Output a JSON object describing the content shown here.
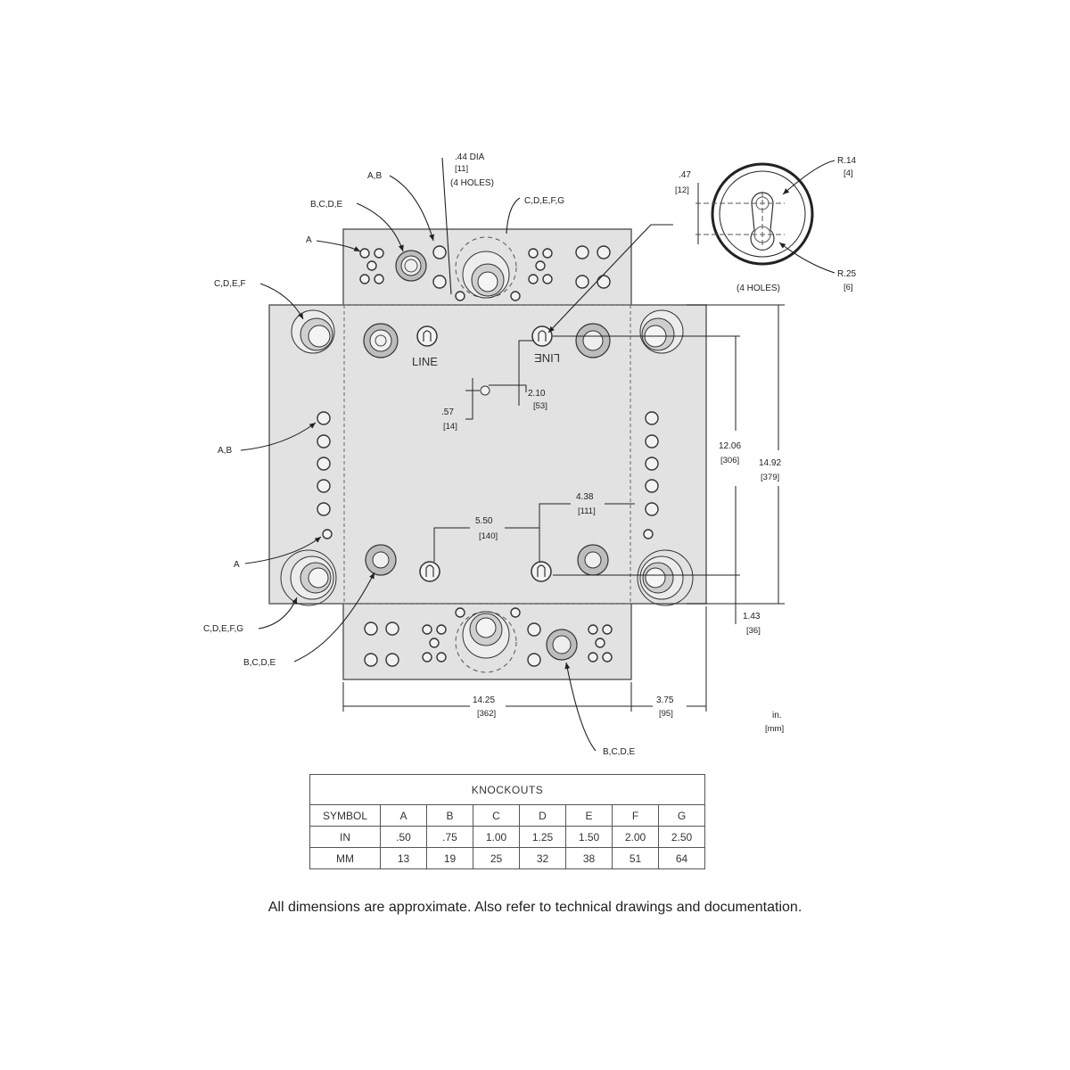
{
  "callouts": {
    "top_ab": "A,B",
    "top_bcde": "B,C,D,E",
    "top_a": "A",
    "top_cdefg": "C,D,E,F,G",
    "left_cdef": "C,D,E,F",
    "left_ab": "A,B",
    "left_a": "A",
    "left_cdefg": "C,D,E,F,G",
    "bottom_bcde_left": "B,C,D,E",
    "bottom_bcde_right": "B,C,D,E"
  },
  "mount_hole": {
    "dia_in": ".44  DIA",
    "dia_mm": "[11]",
    "count": "(4  HOLES)"
  },
  "keyhole": {
    "height_in": ".47",
    "height_mm": "[12]",
    "r_small_in": "R.14",
    "r_small_mm": "[4]",
    "r_large_in": "R.25",
    "r_large_mm": "[6]",
    "count": "(4  HOLES)"
  },
  "terminal_labels": {
    "line_left": "LINE",
    "line_right": "LINE"
  },
  "dimensions": {
    "d210_in": "2.10",
    "d210_mm": "[53]",
    "d57_in": ".57",
    "d57_mm": "[14]",
    "d438_in": "4.38",
    "d438_mm": "[111]",
    "d550_in": "5.50",
    "d550_mm": "[140]",
    "d1206_in": "12.06",
    "d1206_mm": "[306]",
    "d1492_in": "14.92",
    "d1492_mm": "[379]",
    "d143_in": "1.43",
    "d143_mm": "[36]",
    "d1425_in": "14.25",
    "d1425_mm": "[362]",
    "d375_in": "3.75",
    "d375_mm": "[95]"
  },
  "units": {
    "in": "in.",
    "mm": "[mm]"
  },
  "knockouts_table": {
    "title": "KNOCKOUTS",
    "header": [
      "SYMBOL",
      "A",
      "B",
      "C",
      "D",
      "E",
      "F",
      "G"
    ],
    "rows": [
      [
        "IN",
        ".50",
        ".75",
        "1.00",
        "1.25",
        "1.50",
        "2.00",
        "2.50"
      ],
      [
        "MM",
        "13",
        "19",
        "25",
        "32",
        "38",
        "51",
        "64"
      ]
    ]
  },
  "footnote": "All dimensions are approximate.  Also refer to technical drawings and documentation."
}
